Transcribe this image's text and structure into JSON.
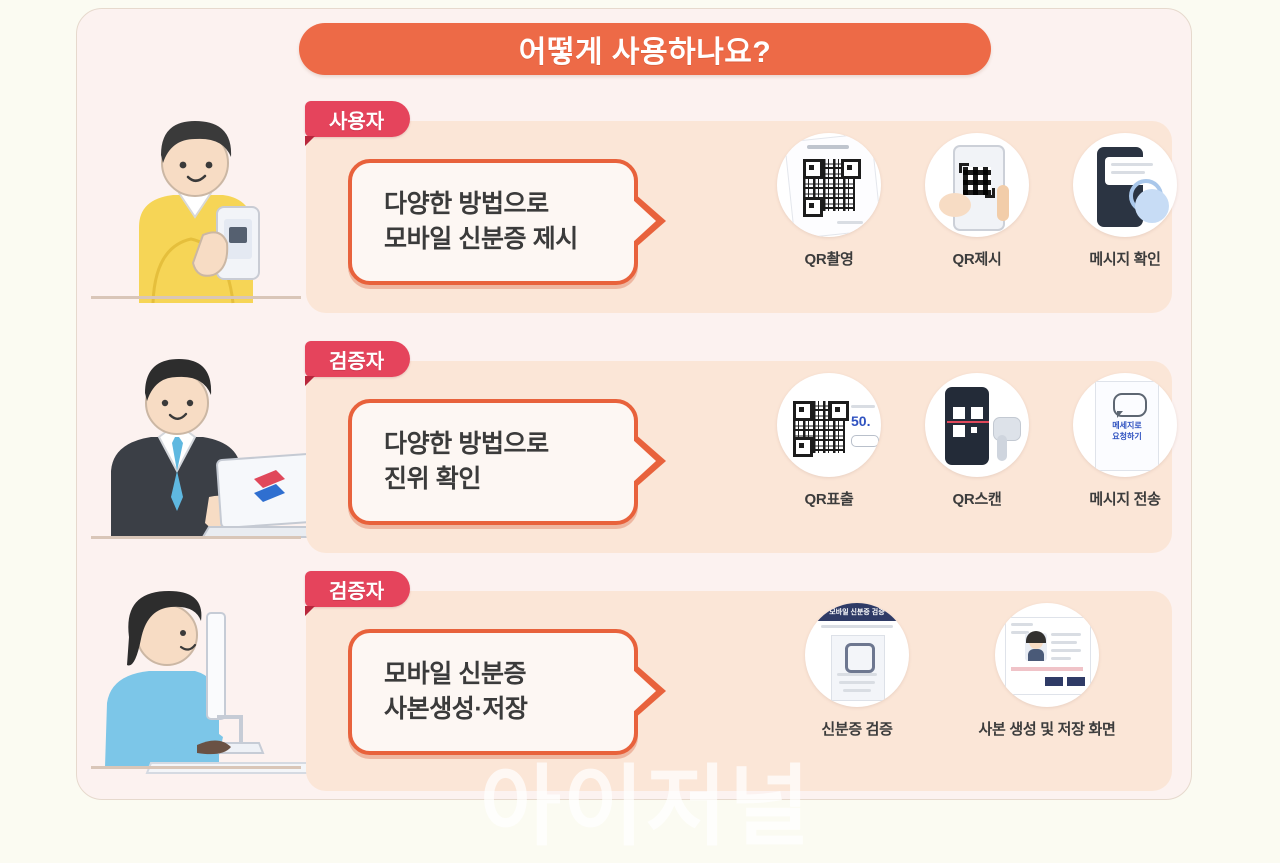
{
  "header": {
    "title": "어떻게 사용하나요?"
  },
  "watermark": "아이저널",
  "rows": [
    {
      "badge": "사용자",
      "bubble": {
        "line1": "다양한 방법으로",
        "line2": "모바일 신분증 제시"
      },
      "character": "user-with-phone-illustration",
      "icons": [
        {
          "name": "qr-capture-icon",
          "label": "QR촬영"
        },
        {
          "name": "qr-present-icon",
          "label": "QR제시"
        },
        {
          "name": "message-confirm-icon",
          "label": "메시지 확인"
        }
      ]
    },
    {
      "badge": "검증자",
      "bubble": {
        "line1": "다양한 방법으로",
        "line2": "진위 확인"
      },
      "character": "verifier-with-laptop-illustration",
      "icons": [
        {
          "name": "qr-display-icon",
          "label": "QR표출",
          "inner_text": "50."
        },
        {
          "name": "qr-scan-icon",
          "label": "QR스캔"
        },
        {
          "name": "message-send-icon",
          "label": "메시지 전송",
          "inner_text": "메세지로\n요청하기"
        }
      ]
    },
    {
      "badge": "검증자",
      "bubble": {
        "line1": "모바일 신분증",
        "line2": "사본생성·저장"
      },
      "character": "verifier-with-monitor-illustration",
      "icons": [
        {
          "name": "id-verification-icon",
          "label": "신분증 검증",
          "inner_text": "모바일 신분증 검증"
        },
        {
          "name": "copy-save-screen-icon",
          "label": "사본 생성 및 저장 화면"
        }
      ]
    }
  ],
  "colors": {
    "page_background": "#fbfbf2",
    "card_background": "#fcf2f0",
    "panel_background": "#fbe6d7",
    "title_pill": "#ed6a47",
    "badge_red": "#e5445c",
    "bubble_border": "#e8623c",
    "text_dark": "#3b3b3b"
  }
}
